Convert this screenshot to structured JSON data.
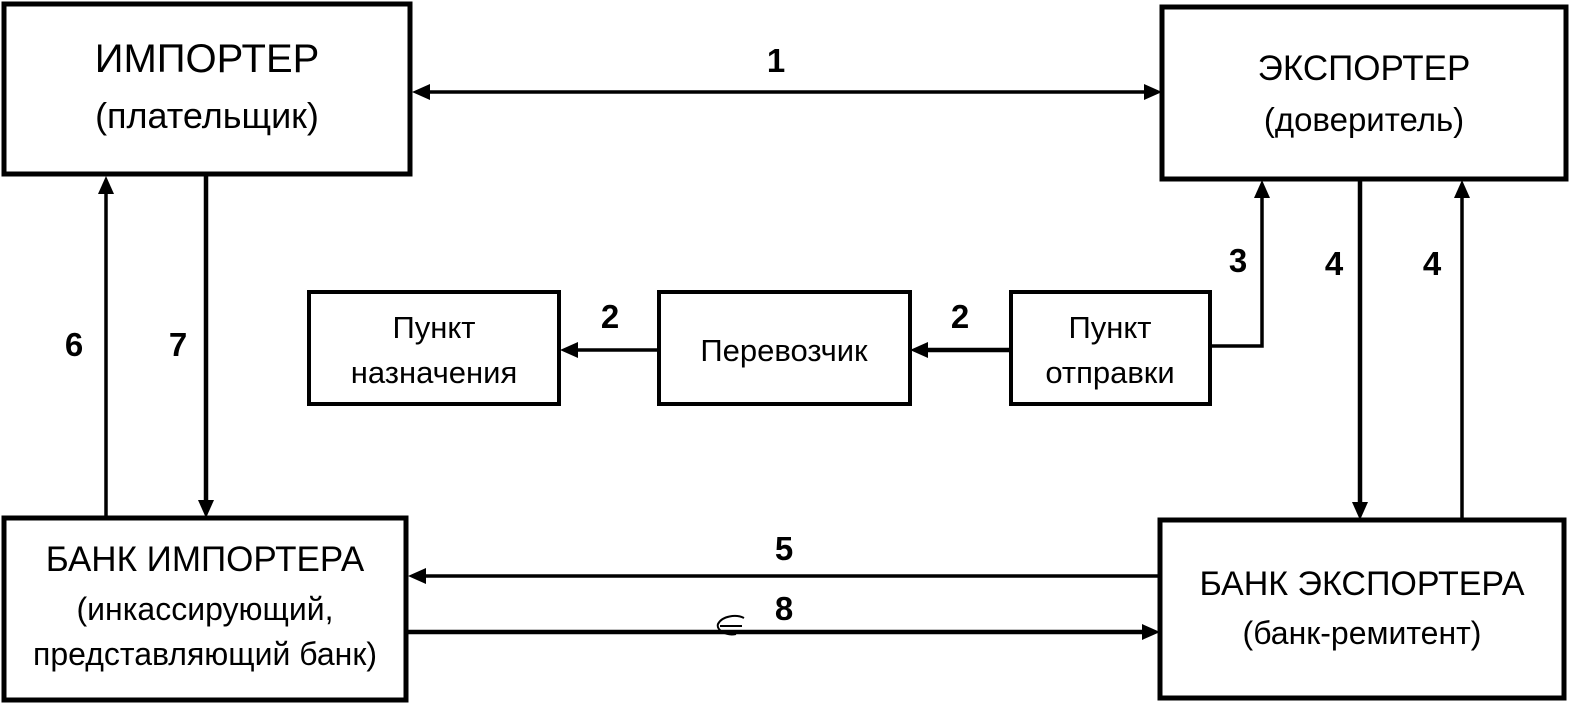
{
  "nodes": {
    "importer": {
      "title": "ИМПОРТЕР",
      "subtitle": "(плательщик)"
    },
    "exporter": {
      "title": "ЭКСПОРТЕР",
      "subtitle": "(доверитель)"
    },
    "importer_bank": {
      "title": "БАНК ИМПОРТЕРА",
      "line2": "(инкассирующий,",
      "line3": "представляющий банк)"
    },
    "exporter_bank": {
      "title": "БАНК ЭКСПОРТЕРА",
      "subtitle": "(банк-ремитент)"
    },
    "destination": {
      "line1": "Пункт",
      "line2": "назначения"
    },
    "carrier": {
      "label": "Перевозчик"
    },
    "departure": {
      "line1": "Пункт",
      "line2": "отправки"
    }
  },
  "edges": {
    "importer_exporter": "1",
    "carrier_to_destination": "2",
    "departure_to_carrier": "2",
    "departure_to_exporter": "3",
    "exporter_to_bank": "4",
    "bank_to_exporter": "4",
    "exporter_bank_to_importer_bank": "5",
    "importer_bank_to_importer": "6",
    "importer_to_importer_bank": "7",
    "importer_bank_to_exporter_bank": "8"
  },
  "colors": {
    "stroke": "#000000",
    "background": "#ffffff"
  }
}
